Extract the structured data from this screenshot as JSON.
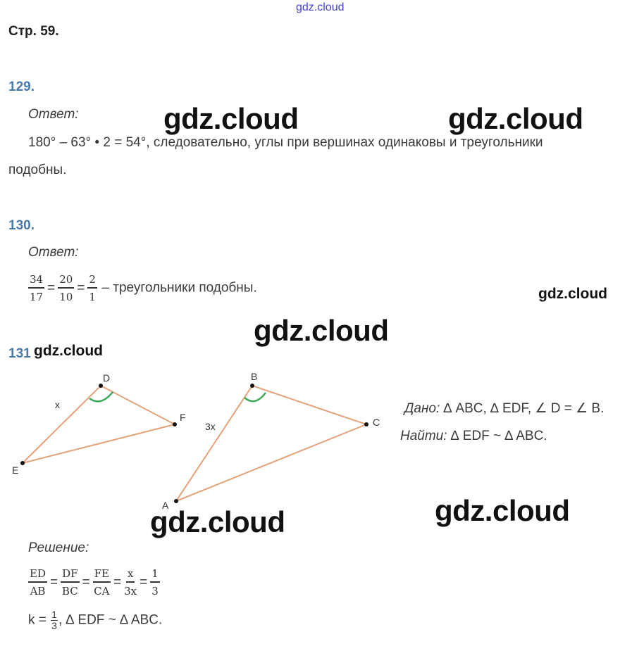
{
  "watermarks": {
    "top": "gdz.cloud",
    "big": "gdz.cloud",
    "small": "gdz.cloud"
  },
  "page_label": "Стр. 59.",
  "task129": {
    "number": "129.",
    "answer_label": "Ответ:",
    "line1": "180° – 63° • 2 = 54°, следовательно, углы при вершинах одинаковы и треугольники",
    "line2": "подобны."
  },
  "task130": {
    "number": "130.",
    "answer_label": "Ответ:",
    "fractions": [
      {
        "n": "34",
        "d": "17"
      },
      {
        "n": "20",
        "d": "10"
      },
      {
        "n": "2",
        "d": "1"
      }
    ],
    "eq": "=",
    "tail": "– треугольники подобны."
  },
  "task131": {
    "number": "131",
    "figure": {
      "points": {
        "D": "D",
        "F": "F",
        "E": "E",
        "B": "B",
        "C": "C",
        "A": "A"
      },
      "side_ED": "x",
      "side_AB": "3x",
      "line_color": "#e0a070",
      "angle_color": "#3aaa5a"
    },
    "given": {
      "label": "Дано:",
      "text": " ∆ ABC, ∆ EDF, ∠ D = ∠ B."
    },
    "find": {
      "label": "Найти:",
      "text": " ∆ EDF ~ ∆ ABC."
    },
    "solution_label": "Решение:",
    "fractions": [
      {
        "n": "ED",
        "d": "AB"
      },
      {
        "n": "DF",
        "d": "BC"
      },
      {
        "n": "FE",
        "d": "CA"
      },
      {
        "n": "x",
        "d": "3x"
      },
      {
        "n": "1",
        "d": "3"
      }
    ],
    "eq": "=",
    "k_prefix": "k =",
    "k": {
      "n": "1",
      "d": "3"
    },
    "k_suffix": ", ∆ EDF ~ ∆ ABC."
  }
}
